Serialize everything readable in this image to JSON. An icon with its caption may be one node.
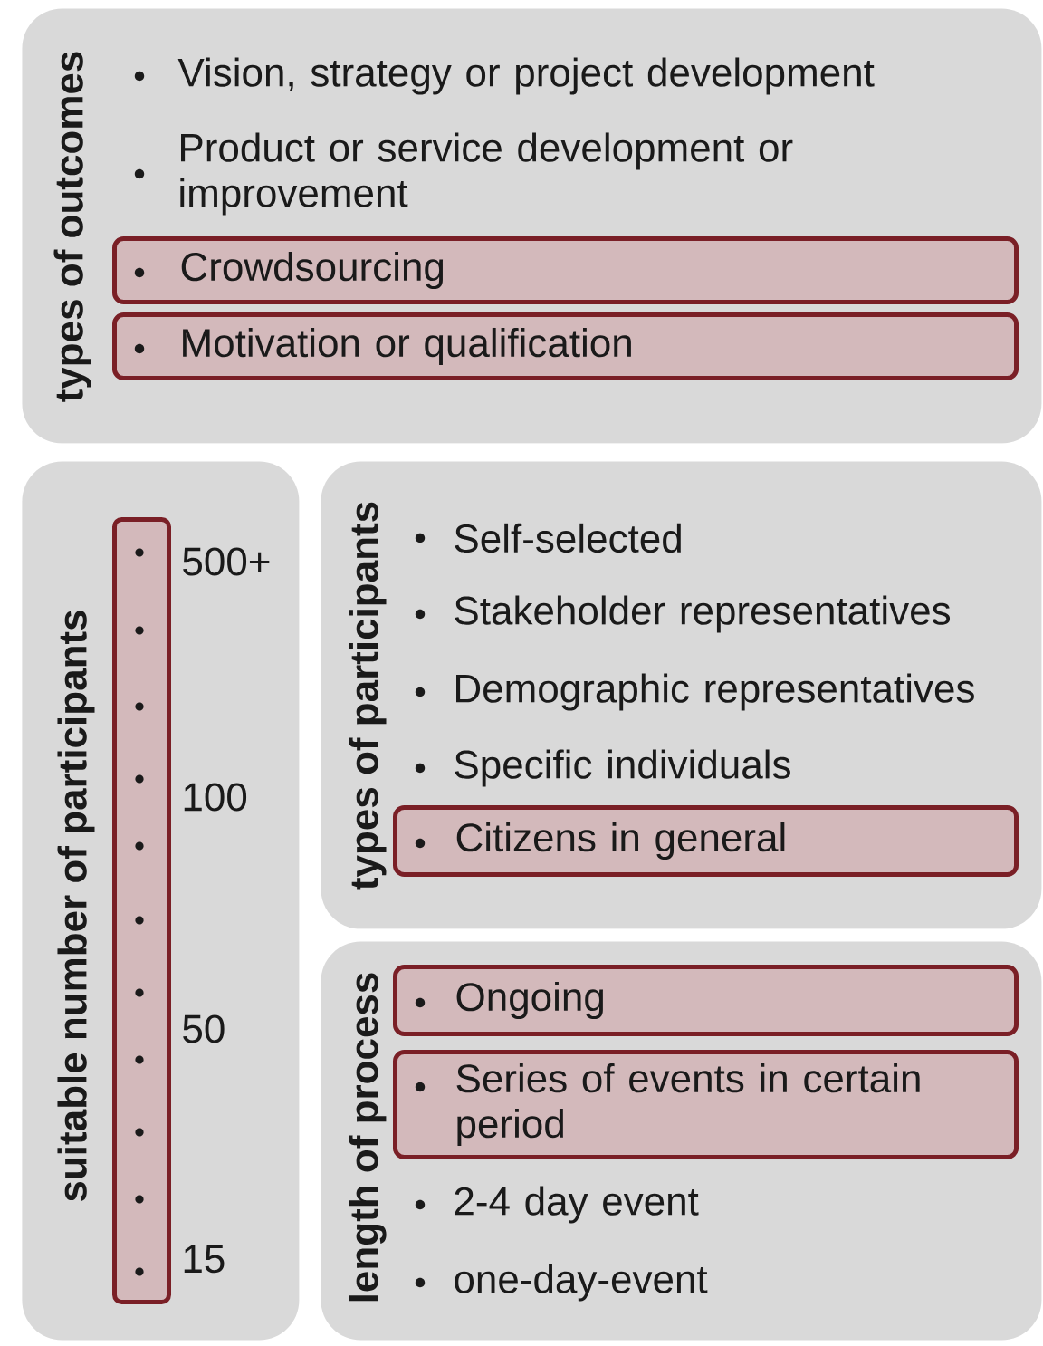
{
  "diagram": {
    "nodes": [
      {
        "text": [
          "types of outcomes"
        ]
      },
      {
        "text": [
          "Crowdsourcing"
        ],
        "in": 0
      },
      {
        "text": [
          "Motivation or qualification"
        ],
        "in": 0
      },
      {
        "text": [
          "suitable number of participants"
        ]
      },
      {
        "text": [],
        "shape": "bar",
        "in": 3,
        "beside": [
          "500+",
          "100",
          "50",
          "15"
        ]
      },
      {
        "text": [
          "types of participants"
        ]
      },
      {
        "text": [
          "Citizens in general"
        ],
        "in": 5
      },
      {
        "text": [
          "length of process"
        ]
      },
      {
        "text": [
          "Ongoing"
        ],
        "in": 7
      },
      {
        "text": [
          "Series of events in certain period"
        ],
        "in": 7
      }
    ],
    "labels": [
      "Vision, strategy or project development",
      "Product or service development or improvement",
      "Self-selected",
      "Stakeholder representatives",
      "Demographic representatives",
      "Specific individuals",
      "2-4 day event",
      "one-day-event"
    ]
  }
}
